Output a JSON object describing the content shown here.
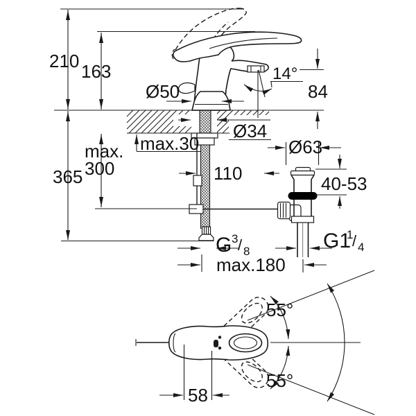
{
  "colors": {
    "line": "#1a1a1a",
    "background": "#ffffff",
    "seal": "#000000"
  },
  "drawing": {
    "kind": "technical-dimension-drawing",
    "labels": {
      "height_total": "210",
      "height_spout_top": "163",
      "dia_base": "Ø50",
      "angle_spout": "14°",
      "height_outlet": "84",
      "depth_total": "365",
      "max_hose_line1": "max.",
      "max_hose_line2": "300",
      "max_deck": "max.30",
      "dia_hole": "Ø34",
      "dia_waste_flange": "Ø63",
      "offset_waste": "110",
      "range_waste_height": "40-53",
      "thread_supply_g": "G",
      "thread_supply_num": "3",
      "thread_supply_slash": "/",
      "thread_supply_den": "8",
      "thread_waste_g": "G1",
      "thread_waste_num": "1",
      "thread_waste_slash": "/",
      "thread_waste_den": "4",
      "max_reach": "max.180",
      "angle_swivel_up": "55°",
      "angle_swivel_down": "55°",
      "offset_handle": "58"
    }
  }
}
